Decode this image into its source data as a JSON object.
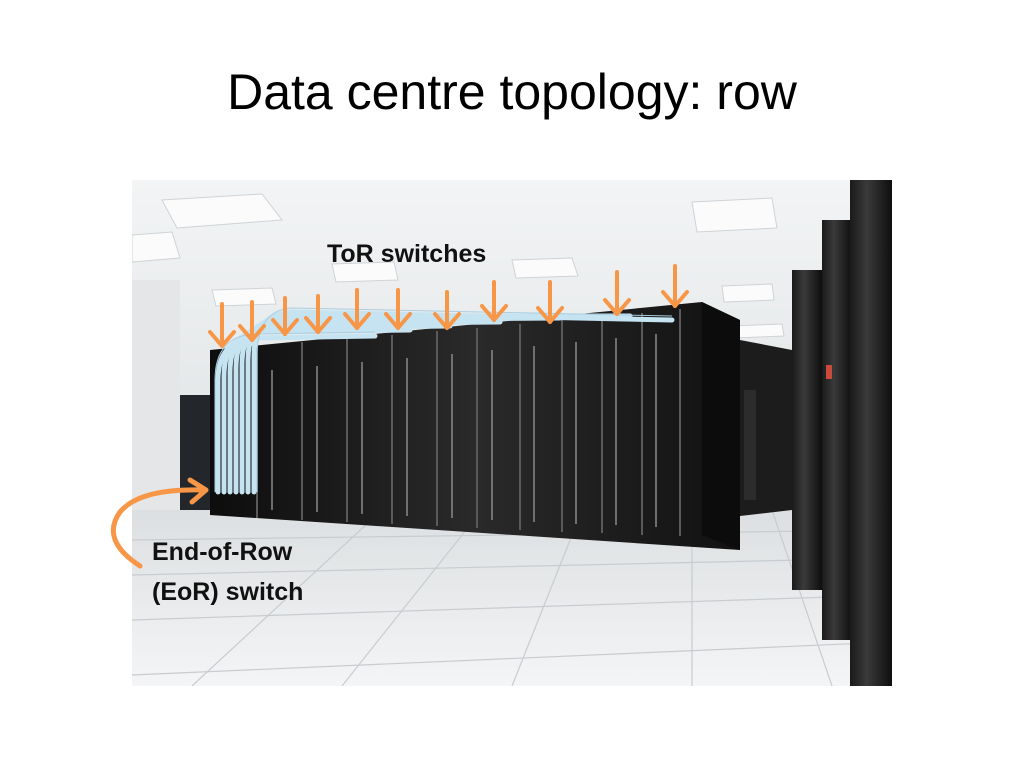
{
  "slide": {
    "title": "Data centre topology: row"
  },
  "annotations": {
    "tor_label": "ToR switches",
    "eor_label_line1": "End-of-Row",
    "eor_label_line2": "(EoR) switch"
  },
  "colors": {
    "arrow": "#f79646",
    "cable": "#c6e3f2",
    "rack": "#161616",
    "floor": "#e9ebec",
    "ceiling": "#eef0f1"
  },
  "photo_description_icon": "server-room-photo"
}
